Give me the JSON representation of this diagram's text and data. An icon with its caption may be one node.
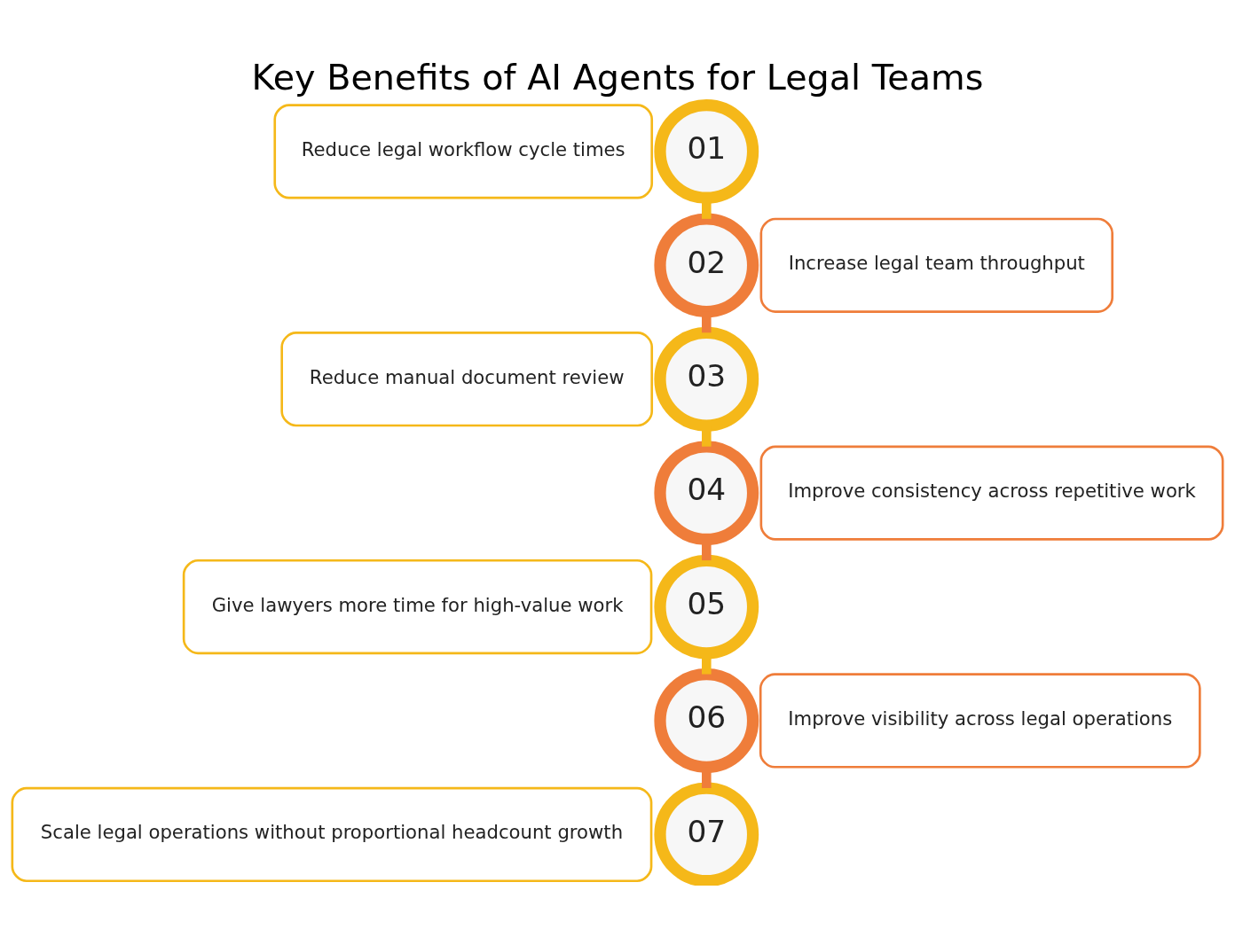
{
  "diagram": {
    "title": "Key Benefits of AI Agents for Legal Teams",
    "nodes": [
      {
        "text": [
          "Reduce legal workflow cycle times"
        ]
      },
      {
        "text": [
          "01"
        ]
      },
      {
        "text": [
          "02"
        ]
      },
      {
        "text": [
          "Increase legal team throughput"
        ]
      },
      {
        "text": [
          "Reduce manual document review"
        ]
      },
      {
        "text": [
          "03"
        ]
      },
      {
        "text": [
          "04"
        ]
      },
      {
        "text": [
          "Improve consistency across repetitive work"
        ]
      },
      {
        "text": [
          "Give lawyers more time for high-value work"
        ]
      },
      {
        "text": [
          "05"
        ]
      },
      {
        "text": [
          "06"
        ]
      },
      {
        "text": [
          "Improve visibility across legal operations"
        ]
      },
      {
        "text": [
          "Scale legal operations without proportional headcount growth"
        ]
      },
      {
        "text": [
          "07"
        ]
      }
    ],
    "edges": [
      {
        "from": 1,
        "to": 2,
        "arrow": "none"
      },
      {
        "from": 2,
        "to": 5,
        "arrow": "none"
      },
      {
        "from": 5,
        "to": 6,
        "arrow": "none"
      },
      {
        "from": 6,
        "to": 9,
        "arrow": "none"
      },
      {
        "from": 9,
        "to": 10,
        "arrow": "none"
      },
      {
        "from": 10,
        "to": 13,
        "arrow": "none"
      }
    ]
  }
}
